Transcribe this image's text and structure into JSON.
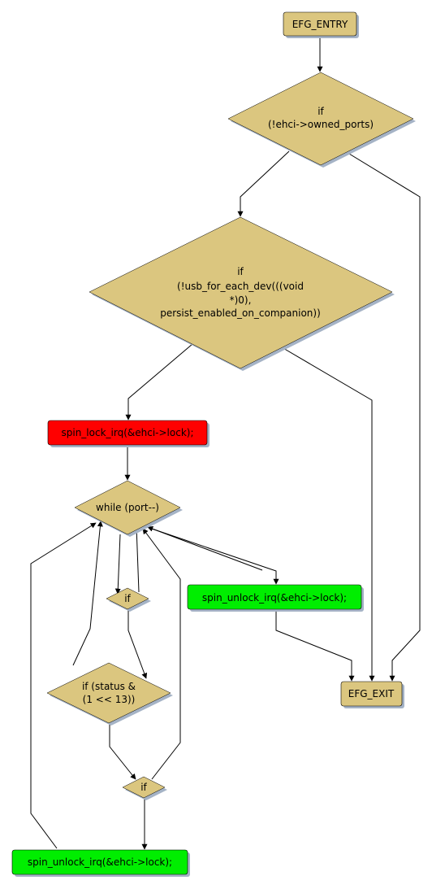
{
  "diagram": {
    "nodes": {
      "efg_entry": {
        "text": "EFG_ENTRY"
      },
      "if_owned_ports": {
        "line1": "if",
        "line2": "(!ehci->owned_ports)"
      },
      "if_usb_for_each": {
        "line1": "if",
        "line2": "(!usb_for_each_dev(((void",
        "line3": "*)0),",
        "line4": "persist_enabled_on_companion))"
      },
      "spin_lock": {
        "text": "spin_lock_irq(&ehci->lock);"
      },
      "while_port": {
        "text": "while (port--)"
      },
      "if_small_1": {
        "text": "if"
      },
      "spin_unlock_right": {
        "text": "spin_unlock_irq(&ehci->lock);"
      },
      "if_status": {
        "line1": "if (status &",
        "line2": "(1 << 13))"
      },
      "efg_exit": {
        "text": "EFG_EXIT"
      },
      "if_small_2": {
        "text": "if"
      },
      "spin_unlock_bottom": {
        "text": "spin_unlock_irq(&ehci->lock);"
      }
    },
    "colors": {
      "tan_fill": "#dbc67f",
      "red_fill": "#ff0000",
      "green_fill": "#00ee00",
      "shadow": "#a5b3c6",
      "edge": "#000000"
    }
  }
}
